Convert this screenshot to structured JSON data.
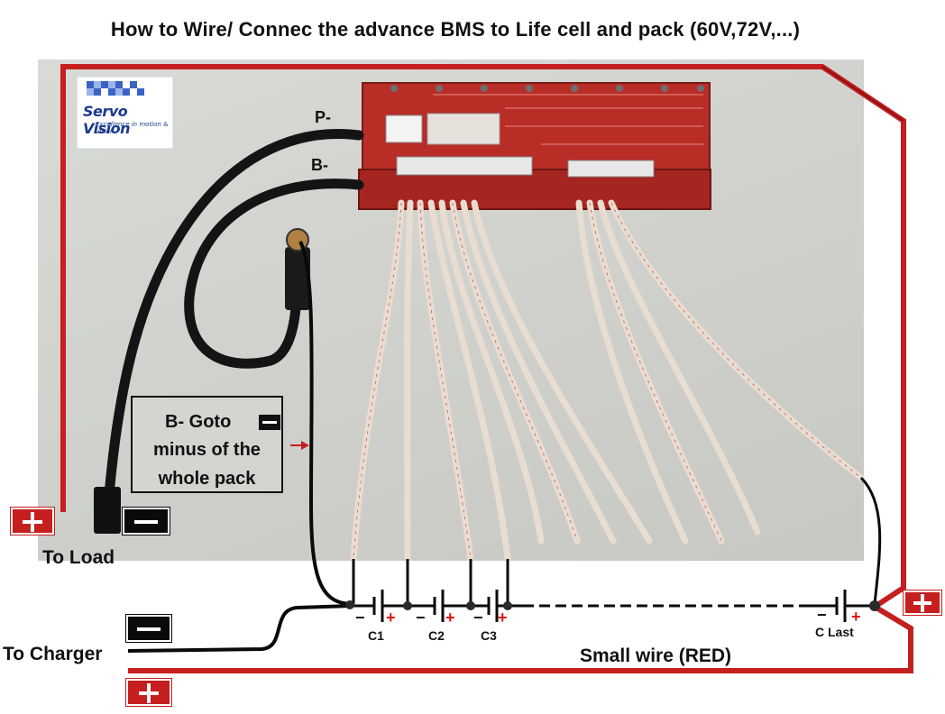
{
  "title": "How to Wire/ Connec the advance BMS to Life cell and pack (60V,72V,...)",
  "logo": {
    "brand": "Servo Vision",
    "tagline": "Excellence in motion & vision"
  },
  "labels": {
    "p_minus": "P-",
    "b_minus": "B-"
  },
  "note": {
    "line1": "B- Goto",
    "line2": "minus of the",
    "line3": "whole pack"
  },
  "load": {
    "text": "To Load"
  },
  "charger": {
    "text": "To Charger"
  },
  "cells": [
    {
      "name": "C1"
    },
    {
      "name": "C2"
    },
    {
      "name": "C3"
    },
    {
      "name": "C Last"
    }
  ],
  "polarity": {
    "minus": "−",
    "plus": "+"
  },
  "wire_caption": "Small wire (RED)",
  "colors": {
    "red_wire": "#c51f1f",
    "black_wire": "#0a0a0a",
    "board": "#c0302a",
    "balance_wire": "#e8ddd0"
  },
  "icons": {
    "plus_badge": "plus-badge-icon",
    "minus_badge": "minus-badge-icon"
  }
}
